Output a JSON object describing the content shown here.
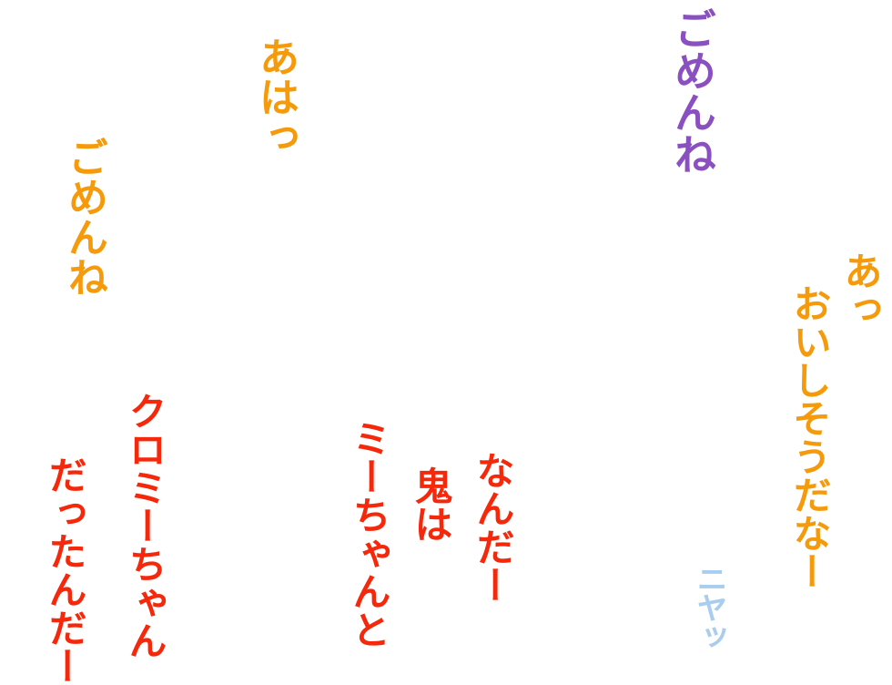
{
  "colors": {
    "purple": "#8a4fc1",
    "orange": "#f59a0b",
    "red": "#f5280c",
    "light_blue": "#a9cdee"
  },
  "texts": [
    {
      "id": "t1",
      "text": "ごめんね",
      "color": "#8a4fc1"
    },
    {
      "id": "t2",
      "text": "あはっ",
      "color": "#f59a0b"
    },
    {
      "id": "t3",
      "text": "ごめんね",
      "color": "#f59a0b"
    },
    {
      "id": "t4",
      "text": "あっ",
      "color": "#f59a0b"
    },
    {
      "id": "t5",
      "text": "おいしそうだなー",
      "color": "#f59a0b"
    },
    {
      "id": "t6",
      "text": "ニヤッ",
      "color": "#a9cdee"
    },
    {
      "id": "t7",
      "text": "なんだー",
      "color": "#f5280c"
    },
    {
      "id": "t8",
      "text": "鬼は",
      "color": "#f5280c"
    },
    {
      "id": "t9",
      "text": "ミーちゃんと",
      "color": "#f5280c"
    },
    {
      "id": "t10",
      "text": "クロミーちゃん",
      "color": "#f5280c"
    },
    {
      "id": "t11",
      "text": "だったんだー",
      "color": "#f5280c"
    }
  ]
}
